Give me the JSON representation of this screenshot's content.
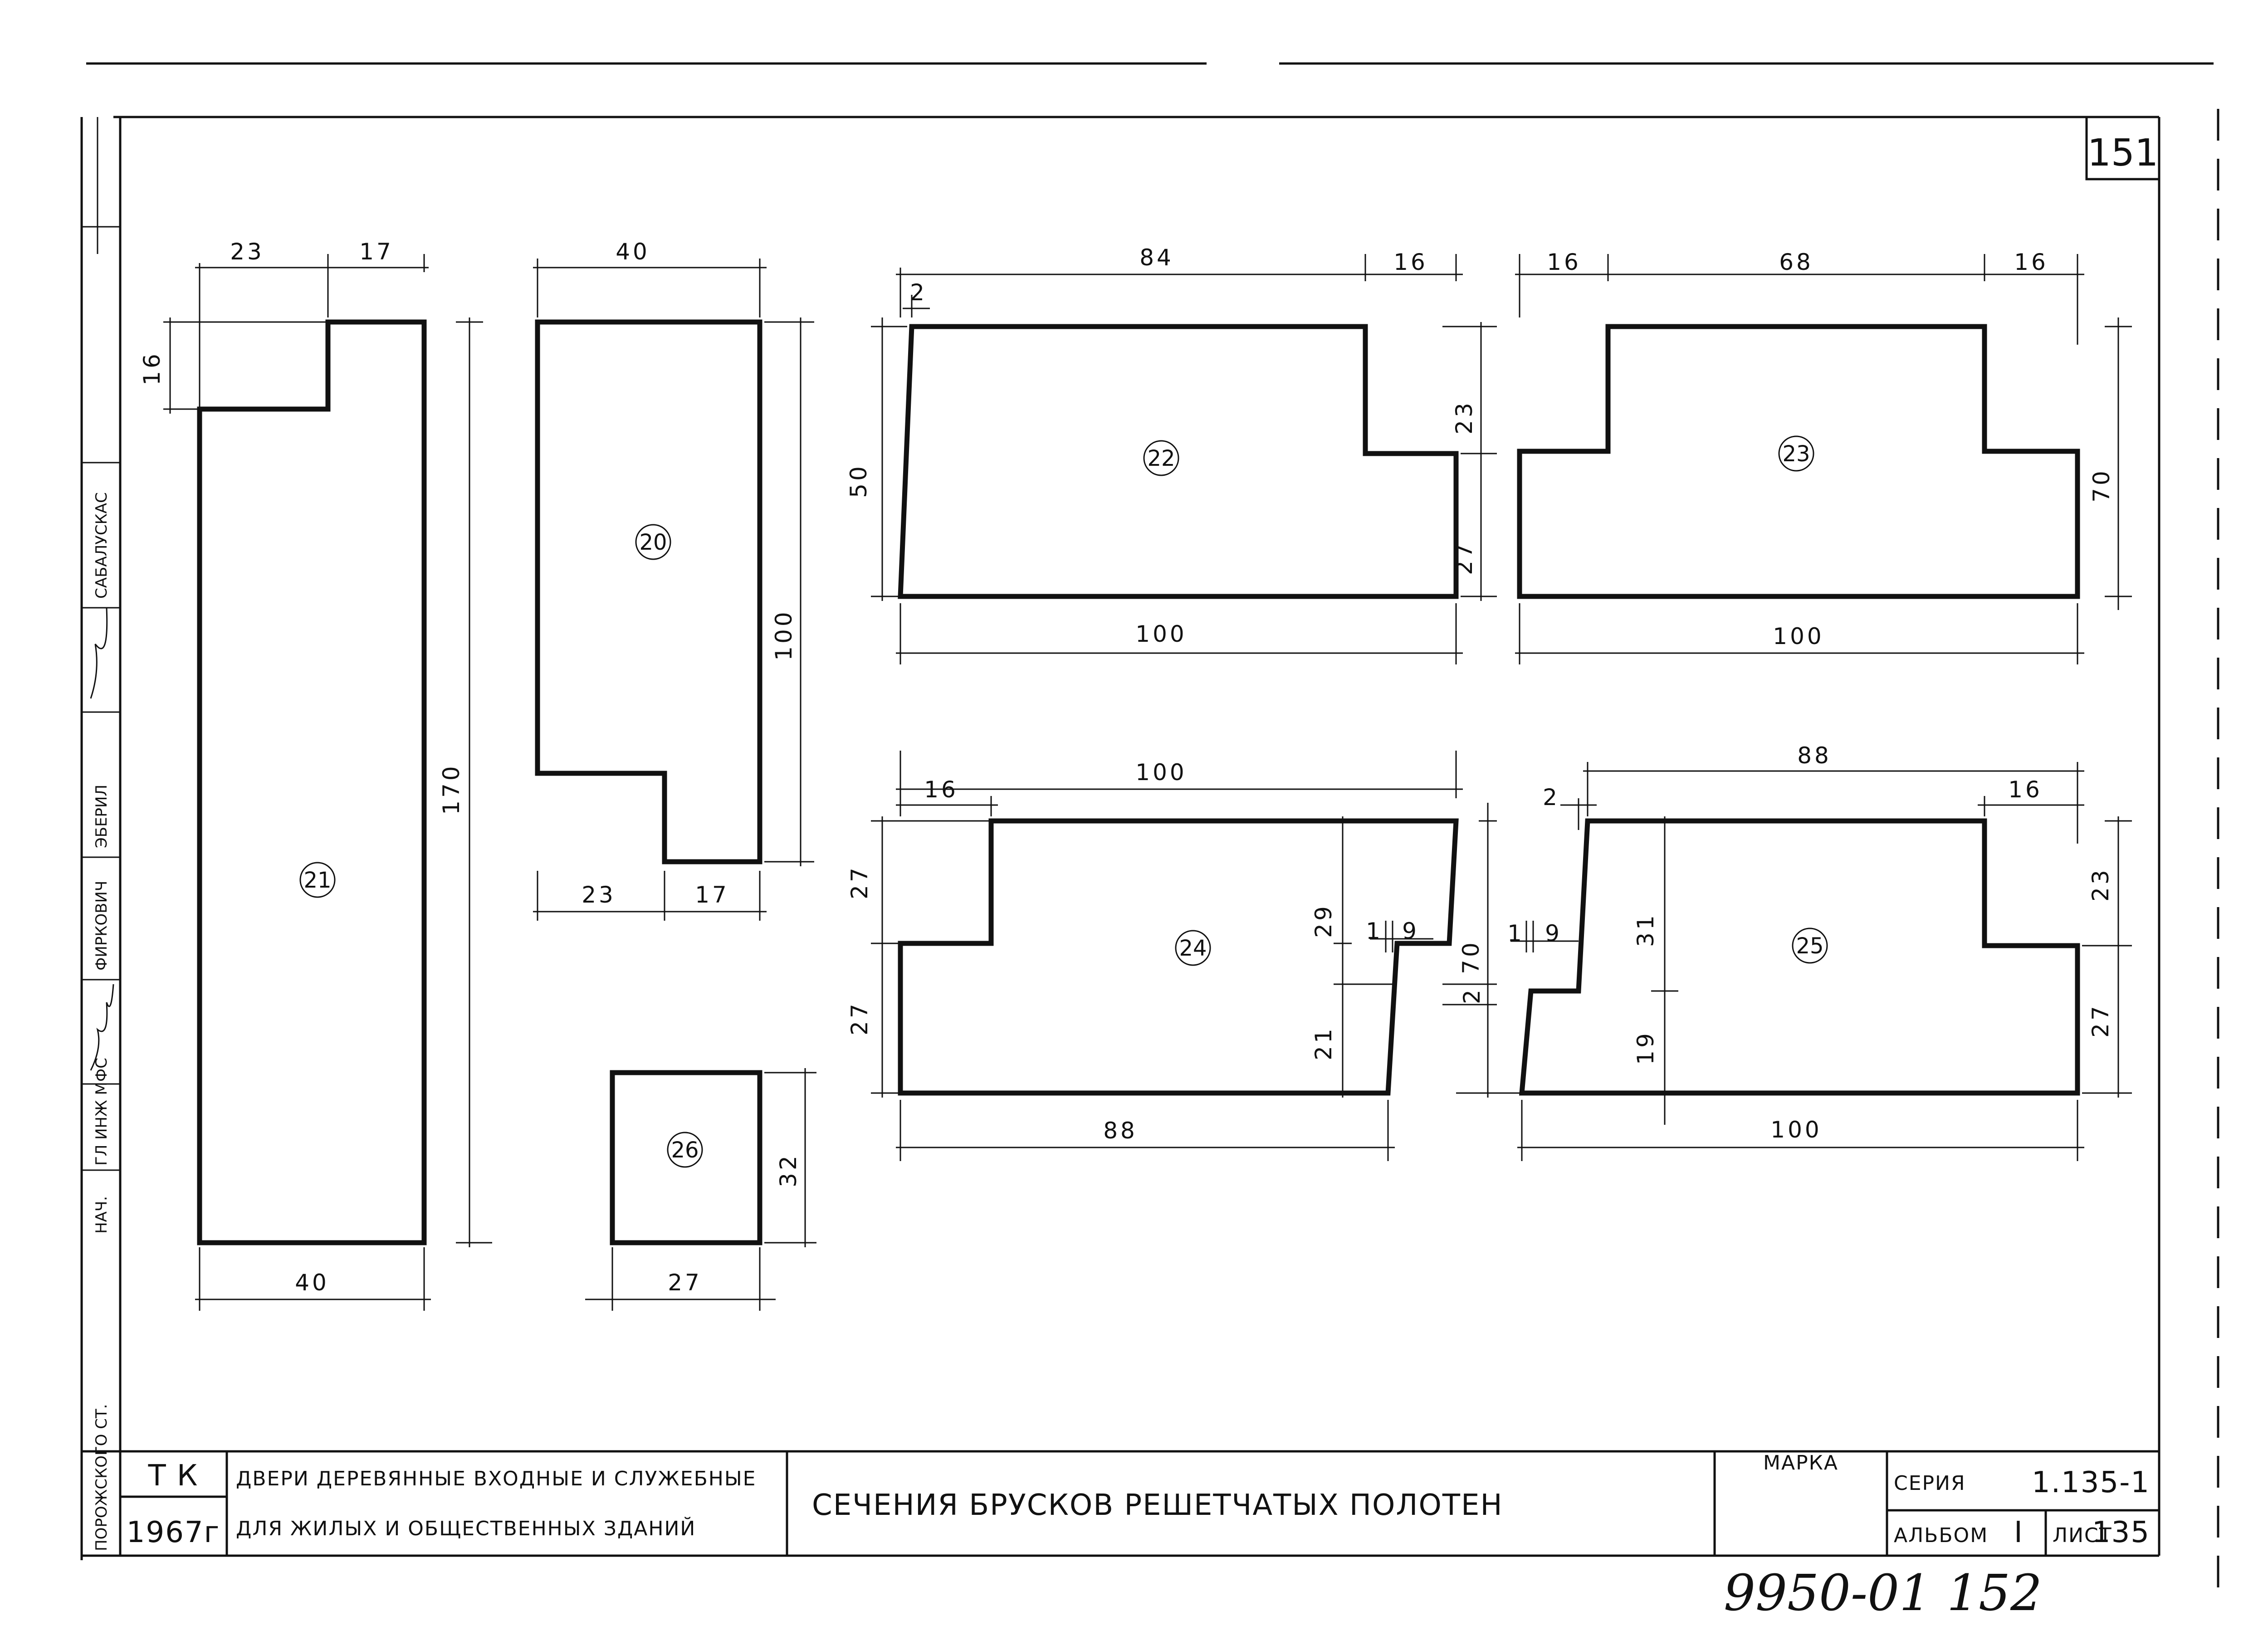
{
  "sheet_number": "151",
  "sections": [
    {
      "id": "21",
      "label": "21",
      "dims": {
        "top_left": "23",
        "top_right": "17",
        "step_height": "16",
        "height": "170",
        "bottom": "40"
      }
    },
    {
      "id": "20",
      "label": "20",
      "dims": {
        "top": "40",
        "height": "100",
        "bottom_left": "23",
        "bottom_right": "17"
      }
    },
    {
      "id": "26",
      "label": "26",
      "dims": {
        "height": "32",
        "bottom": "27"
      }
    },
    {
      "id": "22",
      "label": "22",
      "dims": {
        "offset": "2",
        "top": "84",
        "top_right": "16",
        "height": "50",
        "step_upper": "23",
        "step_lower": "27",
        "bottom": "100"
      }
    },
    {
      "id": "23",
      "label": "23",
      "dims": {
        "top_left": "16",
        "top_mid": "68",
        "top_right": "16",
        "height": "70",
        "bottom": "100"
      }
    },
    {
      "id": "24",
      "label": "24",
      "dims": {
        "top": "100",
        "top_left": "16",
        "left_upper": "27",
        "left_lower": "27",
        "inner_upper": "29",
        "inner_lower": "21",
        "notch_a": "1",
        "notch_b": "9",
        "right": "70",
        "notch_c": "2",
        "bottom": "88"
      }
    },
    {
      "id": "25",
      "label": "25",
      "dims": {
        "offset": "2",
        "top": "88",
        "top_right": "16",
        "notch_a": "1",
        "notch_b": "9",
        "inner_upper": "31",
        "inner_lower": "19",
        "right_upper": "23",
        "right_lower": "27",
        "bottom": "100"
      }
    }
  ],
  "side_stamp": {
    "labels": [
      "ГЛ ИНЖ МФС",
      "ФИРКОВИЧ",
      "ЭБЕРИЛ",
      "САБАЛУСКАС",
      "НАЧ.",
      "ПОРОЖСКОГО СТ."
    ]
  },
  "title_block": {
    "org": "Т К",
    "year": "1967г",
    "project_line1": "ДВЕРИ ДЕРЕВЯННЫЕ ВХОДНЫЕ И СЛУЖЕБНЫЕ",
    "project_line2": "ДЛЯ ЖИЛЫХ И ОБЩЕСТВЕННЫХ ЗДАНИЙ",
    "sheet_title": "СЕЧЕНИЯ БРУСКОВ РЕШЕТЧАТЫХ ПОЛОТЕН",
    "mark_label": "МАРКА",
    "series_label": "СЕРИЯ",
    "series_value": "1.135-1",
    "album_label": "АЛЬБОМ",
    "album_value": "I",
    "sheet_label": "ЛИСТ",
    "sheet_value": "135"
  },
  "archive_number": "9950-01 152"
}
